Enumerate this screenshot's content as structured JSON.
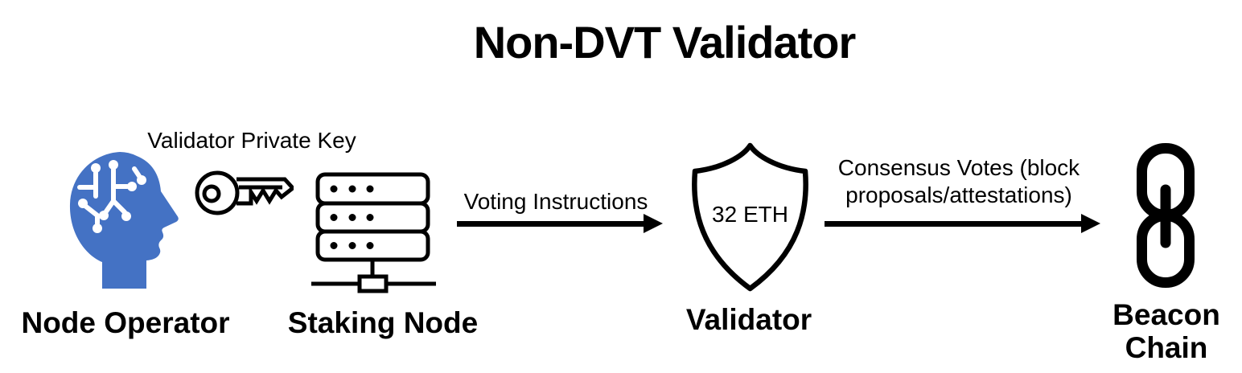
{
  "title": "Non-DVT Validator",
  "diagram": {
    "node_operator": {
      "label": "Node Operator",
      "icon": "circuit-head-icon"
    },
    "private_key": {
      "label": "Validator Private Key",
      "icon": "key-icon"
    },
    "staking_node": {
      "label": "Staking Node",
      "icon": "server-stack-icon"
    },
    "validator": {
      "label": "Validator",
      "shield_text": "32 ETH",
      "icon": "shield-icon"
    },
    "beacon_chain": {
      "label": "Beacon Chain",
      "icon": "chain-links-icon"
    },
    "edges": {
      "voting": {
        "label": "Voting Instructions",
        "icon": "arrow-right-icon"
      },
      "consensus": {
        "label": "Consensus Votes (block proposals/attestations)",
        "icon": "arrow-right-icon"
      }
    }
  },
  "colors": {
    "head_blue": "#4472C4",
    "circuit_white": "#FFFFFF",
    "ink": "#000000",
    "background": "#FFFFFF"
  }
}
